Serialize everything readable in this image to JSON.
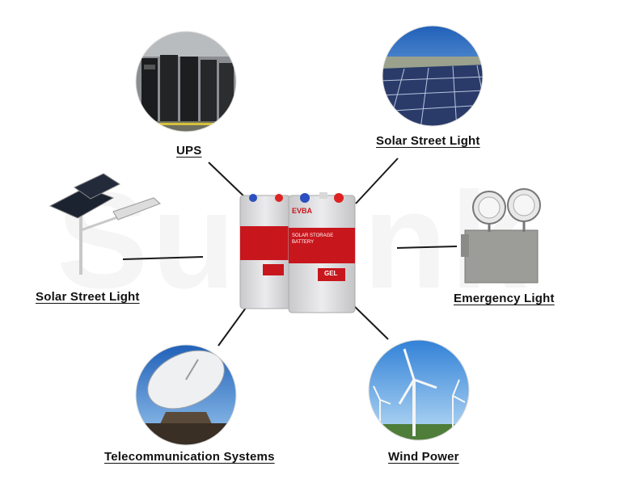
{
  "labels": {
    "ups": "UPS",
    "solar_street_light_top": "Solar Street Light",
    "solar_street_light_left": "Solar Street Light",
    "emergency_light": "Emergency Light",
    "telecommunication": "Telecommunication Systems",
    "wind_power": "Wind Power"
  },
  "battery": {
    "brand": "EVBA",
    "title_line1": "SOLAR STORAGE",
    "title_line2": "BATTERY",
    "badge": "GEL"
  },
  "watermark": "Su...nk",
  "colors": {
    "battery_red": "#c8161d",
    "battery_gray": "#dcdcde",
    "line": "#1a1a1a",
    "sky": "#3f8fd8"
  }
}
